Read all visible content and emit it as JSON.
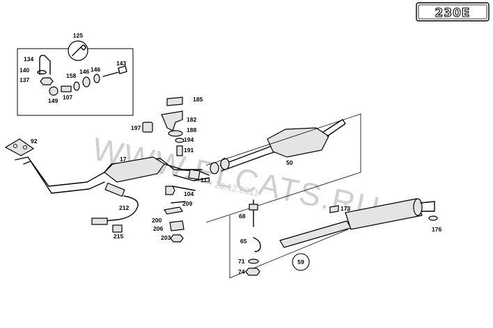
{
  "model_badge": "230E",
  "watermark": {
    "site": "WWW.ELCATS.RU",
    "date": "20.12.2011"
  },
  "parts": {
    "p17": "17",
    "p50": "50",
    "p59": "59",
    "p65": "65",
    "p68": "68",
    "p71": "71",
    "p74": "74",
    "p92": "92",
    "p104": "104",
    "p107": "107",
    "p113": "113",
    "p125": "125",
    "p134": "134",
    "p137": "137",
    "p140": "140",
    "p143": "143",
    "p146a": "146",
    "p146b": "146",
    "p149": "149",
    "p158": "158",
    "p173": "173",
    "p176": "176",
    "p182": "182",
    "p185": "185",
    "p188": "188",
    "p191": "191",
    "p194": "194",
    "p197": "197",
    "p200": "200",
    "p203": "203",
    "p206": "206",
    "p209": "209",
    "p212": "212",
    "p215": "215"
  }
}
